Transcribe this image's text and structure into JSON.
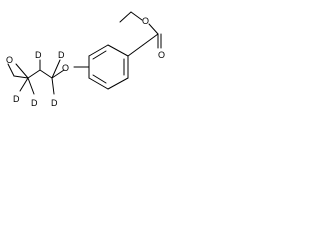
{
  "molecule": {
    "atoms": {
      "ester_ether_oxygen": "O",
      "carbonyl_oxygen": "O",
      "phenoxy_oxygen": "O",
      "epoxide_oxygen": "O",
      "deuterium_labels": [
        "D",
        "D",
        "D",
        "D",
        "D"
      ]
    },
    "colors": {
      "bond": "#000000",
      "label": "#000000",
      "background": "#ffffff"
    }
  }
}
